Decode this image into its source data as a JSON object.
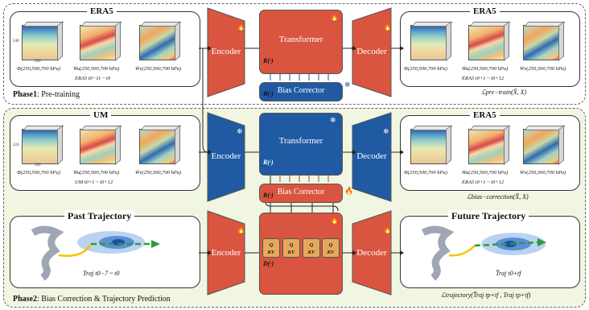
{
  "phase1": {
    "label_bold": "Phase1",
    "label_rest": ": Pre-training",
    "input_panel": {
      "title": "ERA5",
      "captions": [
        "Φ(250,500,700 hPa)",
        "W̄u(250,500,700 hPa)",
        "W̄v(250,500,700 hPa)"
      ],
      "subcaption": "ERA5 t0−11 ~ t0",
      "axis_left": "240",
      "axis_bottom": "320"
    },
    "output_panel": {
      "title": "ERA5",
      "captions": [
        "Φ(250,500,700 hPa)",
        "W̄u(250,500,700 hPa)",
        "W̄v(250,500,700 hPa)"
      ],
      "subcaption": "ERA5 t0+1 ~ t0+12"
    },
    "encoder": "Encoder",
    "transformer": "Transformer",
    "transformer_fn": "R(·)",
    "bias_corrector": "Bias Corrector",
    "bias_fn": "B(·)",
    "decoder": "Decoder",
    "loss": "ℒpre−train(X̂, X)"
  },
  "phase_mid": {
    "input_panel": {
      "title": "UM",
      "captions": [
        "Φ(250,500,700 hPa)",
        "W̄u(250,500,700 hPa)",
        "W̄v(250,500,700 hPa)"
      ],
      "subcaption": "UM t0+1 ~ t0+12",
      "axis_left": "224",
      "axis_bottom": "320"
    },
    "output_panel": {
      "title": "ERA5",
      "captions": [
        "Φ(250,500,700 hPa)",
        "W̄u(250,500,700 hPa)",
        "W̄v(250,500,700 hPa)"
      ],
      "subcaption": "ERA5 t0+1 ~ t0+12"
    },
    "encoder": "Encoder",
    "transformer": "Transformer",
    "transformer_fn": "R(·)",
    "bias_corrector": "Bias Corrector",
    "bias_fn": "B(·)",
    "decoder": "Decoder",
    "loss": "ℒbias−correction(X̂, X)"
  },
  "phase2": {
    "label_bold": "Phase2",
    "label_rest": ": Bias Correction & Trajectory Prediction",
    "past_title": "Past Trajectory",
    "past_caption": "Traj t0−7 ~ t0",
    "future_title": "Future Trajectory",
    "future_caption": "T̂raj t0+tf",
    "encoder": "Encoder",
    "decoder": "Decoder",
    "qkv_top": "Q",
    "qkv_bottom": "KV",
    "d_fn": "D(·)",
    "loss": "ℒtrajectory(T̂raj tp+tf , Traj tp+tf)"
  },
  "colors": {
    "trainable": "#d9553f",
    "frozen": "#1f5aa3",
    "phase2_bg": "#f1f6e3",
    "qkv": "#e6a95c"
  },
  "icons": {
    "trainable": "fire-icon",
    "frozen": "snowflake-icon"
  }
}
